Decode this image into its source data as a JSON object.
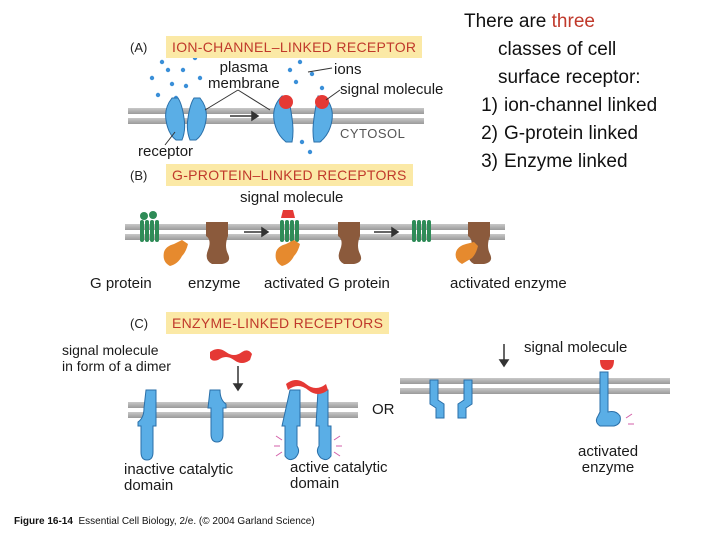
{
  "panel_a": {
    "letter": "(A)",
    "title": "ION-CHANNEL–LINKED RECEPTOR",
    "labels": {
      "plasma_membrane": [
        "plasma",
        "membrane"
      ],
      "ions": "ions",
      "signal_molecule": "signal molecule",
      "cytosol": "CYTOSOL",
      "receptor": "receptor"
    }
  },
  "panel_b": {
    "letter": "(B)",
    "title": "G-PROTEIN–LINKED RECEPTORS",
    "labels": {
      "signal_molecule": "signal molecule",
      "g_protein": "G protein",
      "enzyme": "enzyme",
      "activated_g_protein": "activated G protein",
      "activated_enzyme": "activated enzyme"
    }
  },
  "panel_c": {
    "letter": "(C)",
    "title": "ENZYME-LINKED RECEPTORS",
    "labels": {
      "signal_dimer": [
        "signal molecule",
        "in form of a dimer"
      ],
      "signal_molecule": "signal molecule",
      "or": "OR",
      "inactive_domain": [
        "inactive catalytic",
        "domain"
      ],
      "active_domain": [
        "active catalytic",
        "domain"
      ],
      "activated_enzyme": [
        "activated",
        "enzyme"
      ]
    }
  },
  "caption": {
    "figure": "Figure 16-14",
    "text": "Essential Cell Biology, 2/e. (© 2004 Garland Science)"
  },
  "side_text": {
    "intro_pre": "There are ",
    "intro_accent": "three",
    "intro_line2": "classes of cell",
    "intro_line3": "surface receptor:",
    "items": [
      {
        "num": "1)",
        "text": "ion-channel linked"
      },
      {
        "num": "2)",
        "text": "G-protein linked"
      },
      {
        "num": "3)",
        "text": "Enzyme linked"
      }
    ]
  },
  "colors": {
    "membrane": "#a9a9a9",
    "receptor_blue": "#5aaee6",
    "signal_red": "#e53935",
    "enzyme_brown": "#8b5a3c",
    "g_protein_orange": "#e68a2e",
    "gpcr_green": "#2e8b57",
    "title_bg": "#fbe9a6",
    "title_text": "#c0392b"
  }
}
